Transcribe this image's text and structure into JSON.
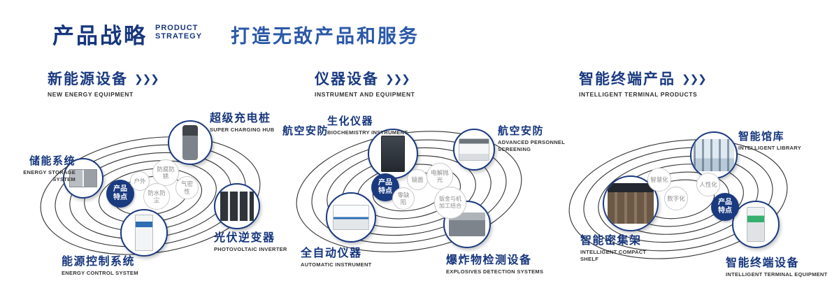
{
  "header": {
    "title": "产品战略",
    "subtitle_line1": "PRODUCT",
    "subtitle_line2": "STRATEGY",
    "slogan": "打造无敌产品和服务"
  },
  "icons": {
    "chevrons": "❯❯❯"
  },
  "colors": {
    "navy": "#1a3a80",
    "slogan_blue": "#2a58a8"
  },
  "sections": [
    {
      "heading_cn": "新能源设备",
      "heading_en": "NEW ENERGY EQUIPMENT",
      "badge_line1": "产品",
      "badge_line2": "特点",
      "features": [
        "户外",
        "防腐防锈",
        "气密性",
        "防水防尘"
      ],
      "products": [
        {
          "name_cn": "储能系统",
          "name_en": "ENERGY STORAGE SYSTEM"
        },
        {
          "name_cn": "超级充电桩",
          "name_en": "SUPER CHARGING HUB"
        },
        {
          "name_cn": "光伏逆变器",
          "name_en": "PHOTOVOLTAIC INVERTER"
        },
        {
          "name_cn": "能源控制系统",
          "name_en": "ENERGY CONTROL SYSTEM"
        }
      ]
    },
    {
      "heading_cn": "仪器设备",
      "heading_en": "INSTRUMENT AND EQUIPMENT",
      "badge_line1": "产品",
      "badge_line2": "特点",
      "features": [
        "镜面",
        "电解抛光",
        "零缺陷",
        "钣金与机加工结合"
      ],
      "products": [
        {
          "name_cn": "航空安防",
          "name_en": ""
        },
        {
          "name_cn": "生化仪器",
          "name_en": "BIOCHEMISTRY INSTRUMENT"
        },
        {
          "name_cn": "航空安防",
          "name_en": "ADVANCED PERSONNEL SCREENING"
        },
        {
          "name_cn": "全自动仪器",
          "name_en": "AUTOMATIC INSTRUMENT"
        },
        {
          "name_cn": "爆炸物检测设备",
          "name_en": "EXPLOSIVES DETECTION SYSTEMS"
        }
      ]
    },
    {
      "heading_cn": "智能终端产品",
      "heading_en": "INTELLIGENT TERMINAL PRODUCTS",
      "badge_line1": "产品",
      "badge_line2": "特点",
      "features": [
        "智慧化",
        "人性化",
        "数字化"
      ],
      "products": [
        {
          "name_cn": "智能馆库",
          "name_en": "INTELLIGENT LIBRARY"
        },
        {
          "name_cn": "智能密集架",
          "name_en": "INTELLIGENT COMPACT SHELF"
        },
        {
          "name_cn": "智能终端设备",
          "name_en": "INTELLIGENT TERMINAL EQUIPMENT"
        }
      ]
    }
  ]
}
